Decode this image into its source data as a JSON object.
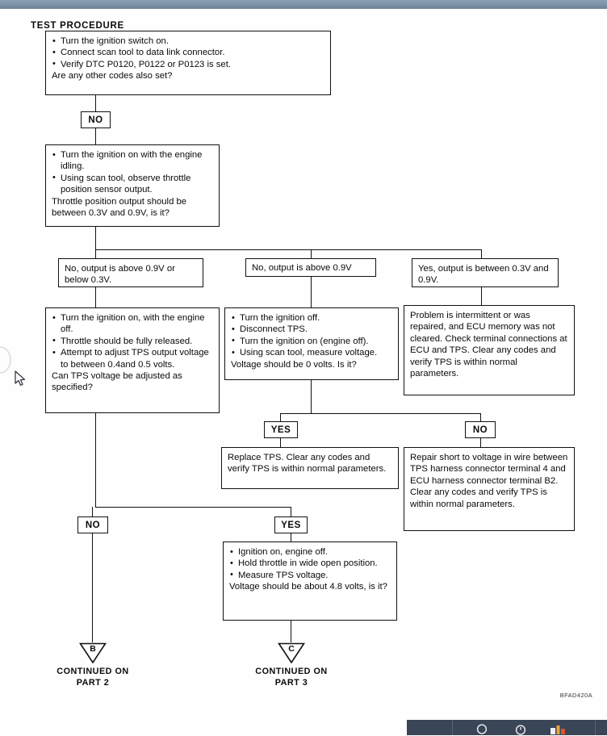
{
  "document": {
    "title": "TEST PROCEDURE",
    "reference_code": "BFAD420A"
  },
  "flowchart": {
    "type": "diagnostic-flowchart",
    "nodes": {
      "step1": {
        "name": "initial-check-box",
        "bullets": [
          "Turn the ignition switch on.",
          "Connect scan tool to data link connector.",
          "Verify DTC P0120, P0122 or P0123 is set."
        ],
        "question": "Are any other codes also set?"
      },
      "tag_no_1": "NO",
      "step2": {
        "name": "idle-observe-box",
        "bullets": [
          "Turn the ignition on with the engine idling.",
          "Using scan tool, observe throttle position sensor output."
        ],
        "question": "Throttle position output should be between 0.3V and 0.9V, is it?"
      },
      "branch_left": "No, output is above 0.9V or below 0.3V.",
      "branch_mid": "No, output is above 0.9V",
      "branch_right": "Yes, output is between 0.3V and 0.9V.",
      "step3_left": {
        "name": "tps-adjust-box",
        "bullets": [
          "Turn the ignition on, with the engine off.",
          "Throttle should be fully released.",
          "Attempt to adjust TPS output voltage to between 0.4and 0.5 volts."
        ],
        "question": "Can TPS voltage be adjusted as specified?"
      },
      "step3_mid": {
        "name": "tps-disconnect-box",
        "bullets": [
          "Turn the ignition off.",
          "Disconnect TPS.",
          "Turn the ignition on (engine off).",
          "Using scan tool, measure voltage."
        ],
        "question": "Voltage should be 0 volts. Is it?"
      },
      "step3_right": {
        "name": "intermittent-result-box",
        "text": "Problem is intermittent or was repaired, and ECU memory was not cleared. Check terminal connections at ECU and TPS. Clear any codes and verify TPS is within normal parameters."
      },
      "tag_yes_mid": "YES",
      "tag_no_right": "NO",
      "result_replace": {
        "name": "replace-tps-box",
        "text": "Replace TPS. Clear any codes and verify TPS is within normal parameters."
      },
      "result_repair": {
        "name": "repair-short-box",
        "line1": "Repair short to voltage in wire between TPS harness connector terminal 4 and ECU harness connector terminal B2.",
        "line2": "Clear any codes and verify TPS is within normal parameters."
      },
      "tag_no_lower": "NO",
      "tag_yes_lower": "YES",
      "step4": {
        "name": "wide-open-throttle-box",
        "bullets": [
          "Ignition on, engine off.",
          "Hold throttle in wide open position.",
          "Measure TPS voltage."
        ],
        "question": "Voltage should be about 4.8 volts, is it?"
      }
    },
    "connectors": [
      {
        "letter": "B",
        "line1": "CONTINUED ON",
        "line2": "PART 2"
      },
      {
        "letter": "C",
        "line1": "CONTINUED ON",
        "line2": "PART 3"
      }
    ]
  },
  "taskbar": {
    "icons": [
      "search-icon",
      "clock-icon",
      "apps-icon"
    ],
    "background_color": "#3b4558"
  },
  "colors": {
    "page_background": "#fefefe",
    "ink": "#0a0a0a",
    "chrome_top": "#7b92a6",
    "taskbar": "#3b4558"
  }
}
